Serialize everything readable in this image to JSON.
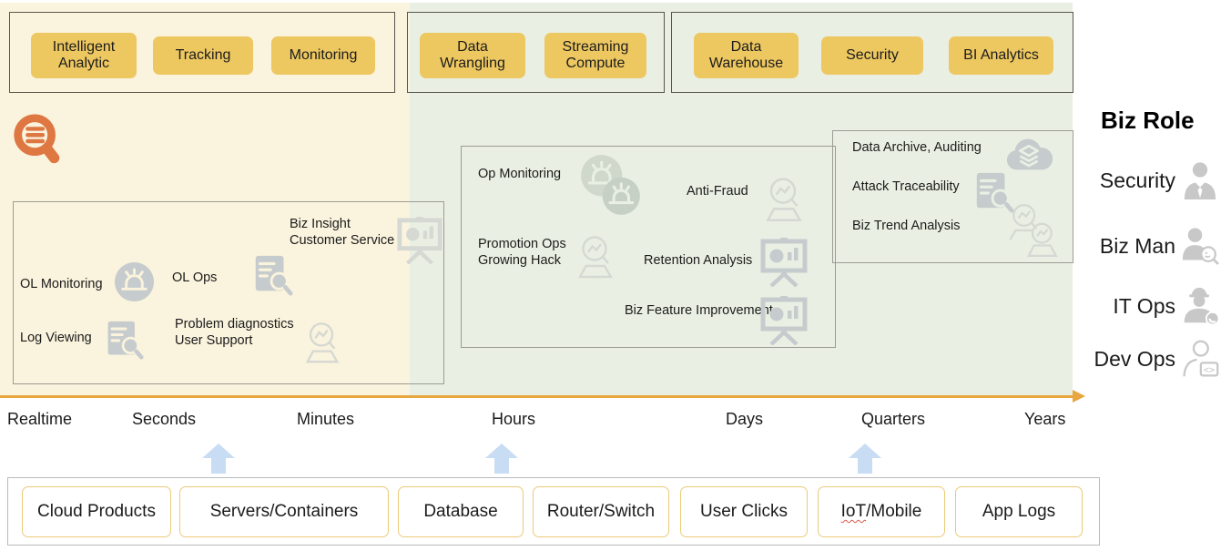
{
  "palette": {
    "region_ops_bg": "#FAF3DD",
    "region_analytics_bg": "#E9F0E3",
    "pill_bg": "#EDC760",
    "pill_text": "#1c1c1c",
    "group_border": "#57564e",
    "panel_border": "#9c9c94",
    "axis": "#E8A63E",
    "arrow_blue": "#C8DDF4",
    "source_border": "#EBCB79",
    "outer_border": "#b9babc",
    "icon_gray": "#c6cbcd",
    "icon_faint": "#d5d8d3",
    "icon_green_gray": "#c7d0c4",
    "logo_orange": "#DE7742",
    "text": "#1b1b1b",
    "squiggle_red": "#e0574b"
  },
  "icons": {
    "logo": "log-search-logo",
    "flow_arrow": "up-arrow-icon"
  },
  "top_groups": [
    {
      "name": "ops-capabilities",
      "buttons": [
        "Intelligent\nAnalytic",
        "Tracking",
        "Monitoring"
      ]
    },
    {
      "name": "processing-capabilities",
      "buttons": [
        "Data\nWrangling",
        "Streaming\nCompute"
      ]
    },
    {
      "name": "warehouse-capabilities",
      "buttons": [
        "Data\nWarehouse",
        "Security",
        "BI Analytics"
      ]
    }
  ],
  "scenarios": {
    "ops": {
      "items": [
        {
          "label": "Biz Insight\nCustomer Service",
          "icon": "presentation-icon"
        },
        {
          "label": "OL Monitoring",
          "icon": "alarm-icon"
        },
        {
          "label": "OL Ops",
          "icon": "doc-search-icon"
        },
        {
          "label": "Log Viewing",
          "icon": "doc-search-icon"
        },
        {
          "label": "Problem diagnostics\nUser Support",
          "icon": "analyst-icon"
        }
      ]
    },
    "growth": {
      "items": [
        {
          "label": "Op Monitoring",
          "icon": "alarm-duo-icon"
        },
        {
          "label": "Anti-Fraud",
          "icon": "analyst-icon"
        },
        {
          "label": "Promotion Ops\nGrowing Hack",
          "icon": "analyst-icon"
        },
        {
          "label": "Retention Analysis",
          "icon": "presentation-icon"
        },
        {
          "label": "Biz Feature Improvement",
          "icon": "presentation-icon"
        }
      ]
    },
    "archive": {
      "items": [
        {
          "label": "Data Archive, Auditing",
          "icon": "cloud-stack-icon"
        },
        {
          "label": "Attack Traceability",
          "icon": "doc-search-icon"
        },
        {
          "label": "Biz Trend Analysis",
          "icon": "analyst-duo-icon"
        }
      ]
    }
  },
  "timeline": {
    "labels": [
      "Realtime",
      "Seconds",
      "Minutes",
      "Hours",
      "Days",
      "Quarters",
      "Years"
    ]
  },
  "biz_role": {
    "title": "Biz Role",
    "roles": [
      {
        "label": "Security",
        "icon": "security-person-icon"
      },
      {
        "label": "Biz Man",
        "icon": "bizman-person-icon"
      },
      {
        "label": "IT Ops",
        "icon": "itops-person-icon"
      },
      {
        "label": "Dev Ops",
        "icon": "devops-person-icon"
      }
    ]
  },
  "sources": {
    "items": [
      {
        "label": "Cloud Products"
      },
      {
        "label": "Servers/Containers"
      },
      {
        "label": "Database"
      },
      {
        "label": "Router/Switch"
      },
      {
        "label": "User Clicks"
      },
      {
        "label": "IoT/Mobile",
        "parts": [
          "IoT",
          "/Mobile"
        ]
      },
      {
        "label": "App Logs"
      }
    ]
  }
}
